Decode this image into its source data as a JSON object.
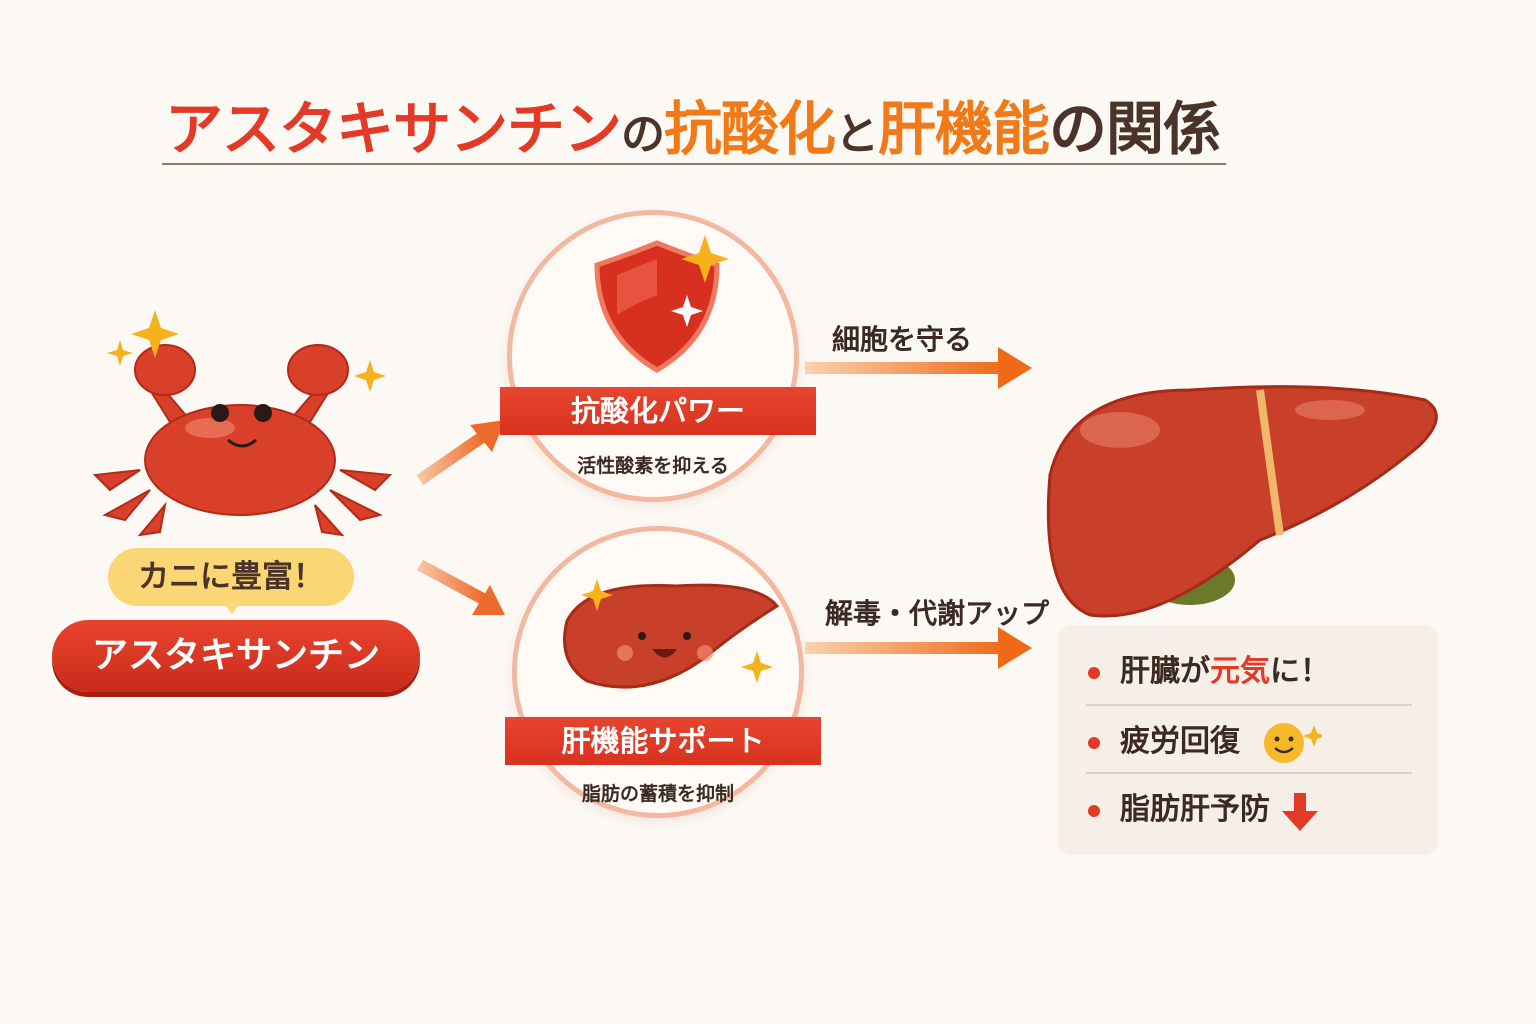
{
  "title": {
    "part1": "アスタキサンチン",
    "part2": "の",
    "part3": "抗酸化",
    "part4": "と",
    "part5": "肝機能",
    "part6": "の関係"
  },
  "source": {
    "bubble": "カニに豊富！",
    "name": "アスタキサンチン"
  },
  "effects": [
    {
      "label": "抗酸化パワー",
      "sub": "活性酸素を抑える",
      "icon": "shield-icon"
    },
    {
      "label": "肝機能サポート",
      "sub": "脂肪の蓄積を抑制",
      "icon": "liver-character-icon"
    }
  ],
  "arrows": [
    {
      "label": "細胞を守る"
    },
    {
      "label": "解毒・代謝アップ"
    }
  ],
  "benefits": [
    {
      "pre": "肝臓が",
      "hl": "元気",
      "post": "に！"
    },
    {
      "text": "疲労回復",
      "icon": "smiley-icon"
    },
    {
      "text": "脂肪肝予防",
      "icon": "down-arrow-icon"
    }
  ],
  "colors": {
    "red": "#e23a26",
    "orange": "#f07a18",
    "liver": "#c8402a",
    "yellow": "#fbd675"
  }
}
